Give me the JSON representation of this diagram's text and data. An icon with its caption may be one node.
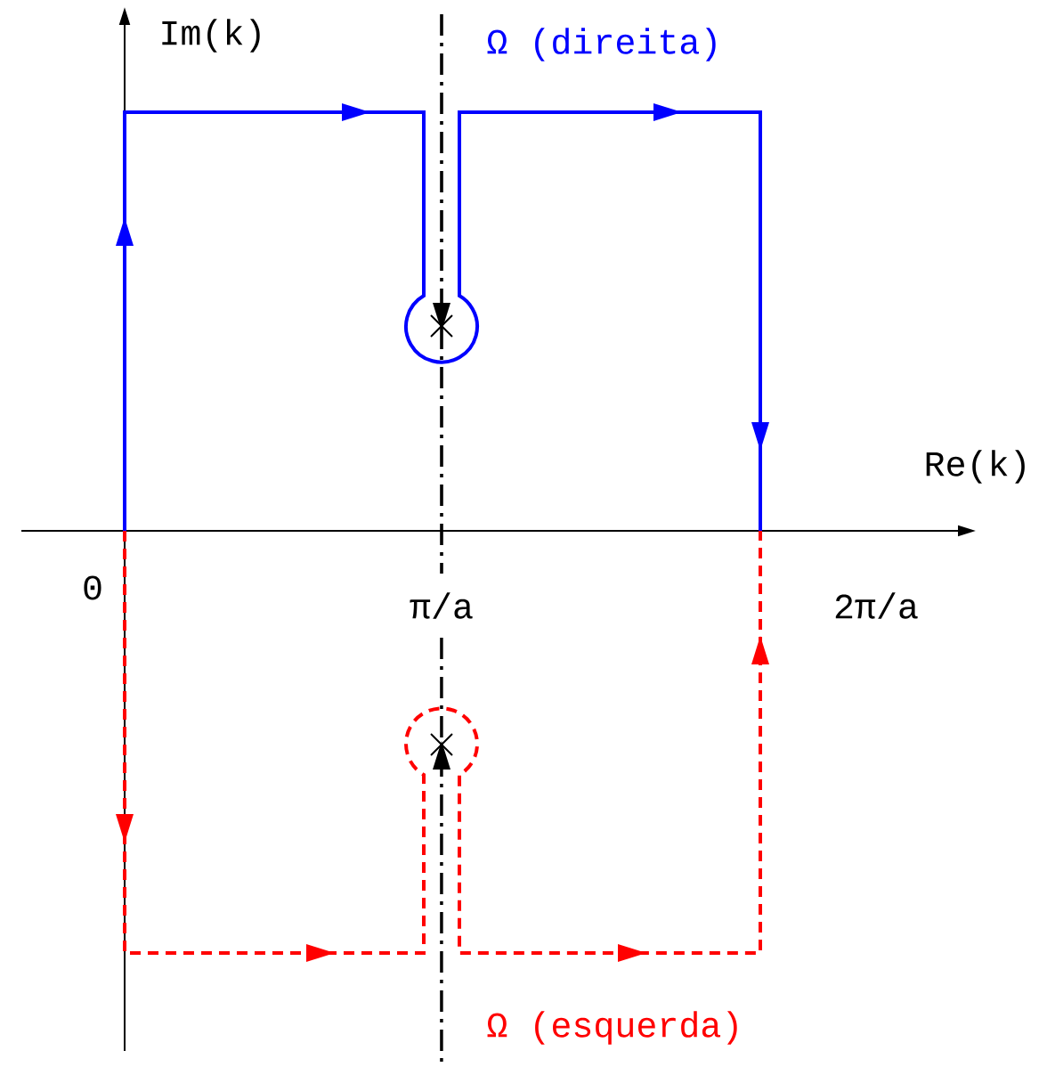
{
  "diagram": {
    "labels": [
      "Im(k)",
      "Ω (direita)",
      "Re(k)",
      "0",
      "π/a",
      "2π/a",
      "Ω (esquerda)"
    ]
  }
}
